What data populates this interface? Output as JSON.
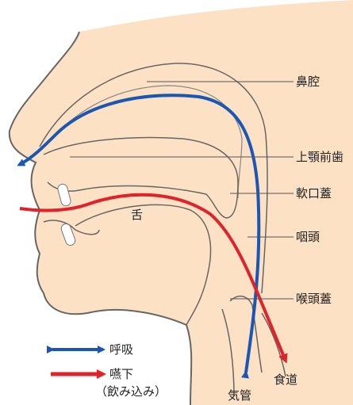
{
  "labels": {
    "nasal_cavity": "鼻腔",
    "upper_front_teeth": "上顎前歯",
    "soft_palate": "軟口蓋",
    "tongue": "舌",
    "pharynx": "咽頭",
    "epiglottis": "喉頭蓋",
    "trachea": "気管",
    "esophagus": "食道"
  },
  "legend": {
    "breathing": "呼吸",
    "swallowing": "嚥下",
    "swallowing_note": "（飲み込み）"
  },
  "colors": {
    "skin": "#fce1c5",
    "outline": "#666666",
    "breathing_arrow": "#1a57b5",
    "swallowing_arrow": "#e0222a",
    "teeth": "#ffffff"
  },
  "icons": {
    "breathing": "double-headed-arrow-icon",
    "swallowing": "right-arrow-icon"
  }
}
